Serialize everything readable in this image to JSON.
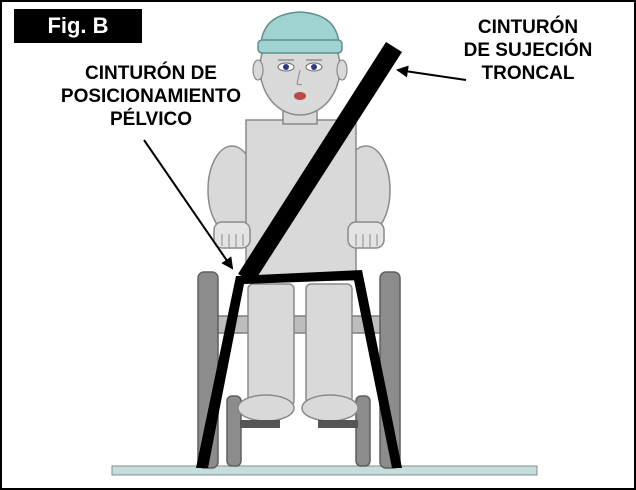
{
  "figure": {
    "tag": "Fig. B",
    "pelvic_label": [
      "CINTURÓN DE",
      "POSICIONAMIENTO",
      "PÉLVICO"
    ],
    "trunk_label": [
      "CINTURÓN",
      "DE SUJECIÓN",
      "TRONCAL"
    ]
  },
  "colors": {
    "cap": "#9fd3d2",
    "body": "#d9d9d9",
    "outline": "#8a8a8a",
    "chair": "#7f7f7f",
    "belt": "#000000",
    "floor": "#c4dedd"
  }
}
